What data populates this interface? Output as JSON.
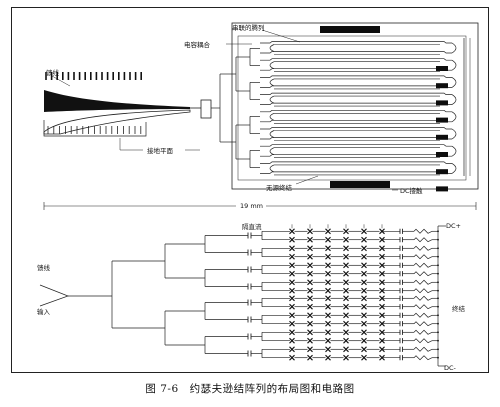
{
  "labels": {
    "series_array": "串联的腾列",
    "cap_coupling": "电容耦合",
    "feed_line": "馈线",
    "ground_plane": "接地平面",
    "passive_termination": "无源终结",
    "dc_contact": "DC接触",
    "scale": "19 mm",
    "dc_block": "隔直流",
    "feed_in": "馈线",
    "input": "输入",
    "termination": "终结",
    "dc_plus": "DC+",
    "dc_minus": "DC-"
  },
  "caption": "图 7-6　约瑟夫逊结阵列的布局图和电路图",
  "colors": {
    "line": "#222222",
    "fill": "#111111",
    "pad": "#0d0d0d"
  }
}
